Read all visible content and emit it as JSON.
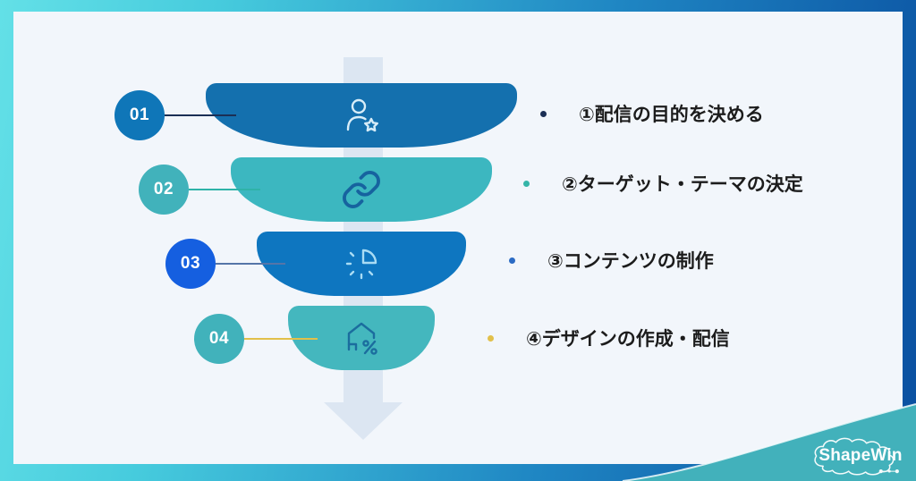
{
  "colors": {
    "frame_gradient_start": "#63E0E7",
    "frame_gradient_mid": "#1F86C3",
    "frame_gradient_end": "#0A4FA0",
    "panel_background": "#F2F6FB",
    "arrow": "#DCE6F2",
    "swoosh_teal": "#42B1BB"
  },
  "funnel": {
    "steps": [
      {
        "number": "01",
        "label": "①配信の目的を決める",
        "segment_color": "#1470AE",
        "circle_color": "#0F76B8",
        "connector_color": "#1B2F55",
        "bullet_color": "#1B2F55",
        "icon": "user-star-icon",
        "icon_color": "#D8EDF8"
      },
      {
        "number": "02",
        "label": "②ターゲット・テーマの決定",
        "segment_color": "#3CB7C0",
        "circle_color": "#41B2BB",
        "connector_color": "#2FB3A8",
        "bullet_color": "#35B5A8",
        "icon": "link-icon",
        "icon_color": "#16639F"
      },
      {
        "number": "03",
        "label": "③コンテンツの制作",
        "segment_color": "#0E76C0",
        "circle_color": "#155FE0",
        "connector_color": "#5575A8",
        "bullet_color": "#2B6BC4",
        "icon": "shine-pie-icon",
        "icon_color": "#A9DCF4"
      },
      {
        "number": "04",
        "label": "④デザインの作成・配信",
        "segment_color": "#44B7BE",
        "circle_color": "#41B2BB",
        "connector_color": "#E2C04A",
        "bullet_color": "#E2C04A",
        "icon": "house-percent-icon",
        "icon_color": "#1B6D9E"
      }
    ]
  },
  "logo": {
    "text": "ShapeWin"
  }
}
